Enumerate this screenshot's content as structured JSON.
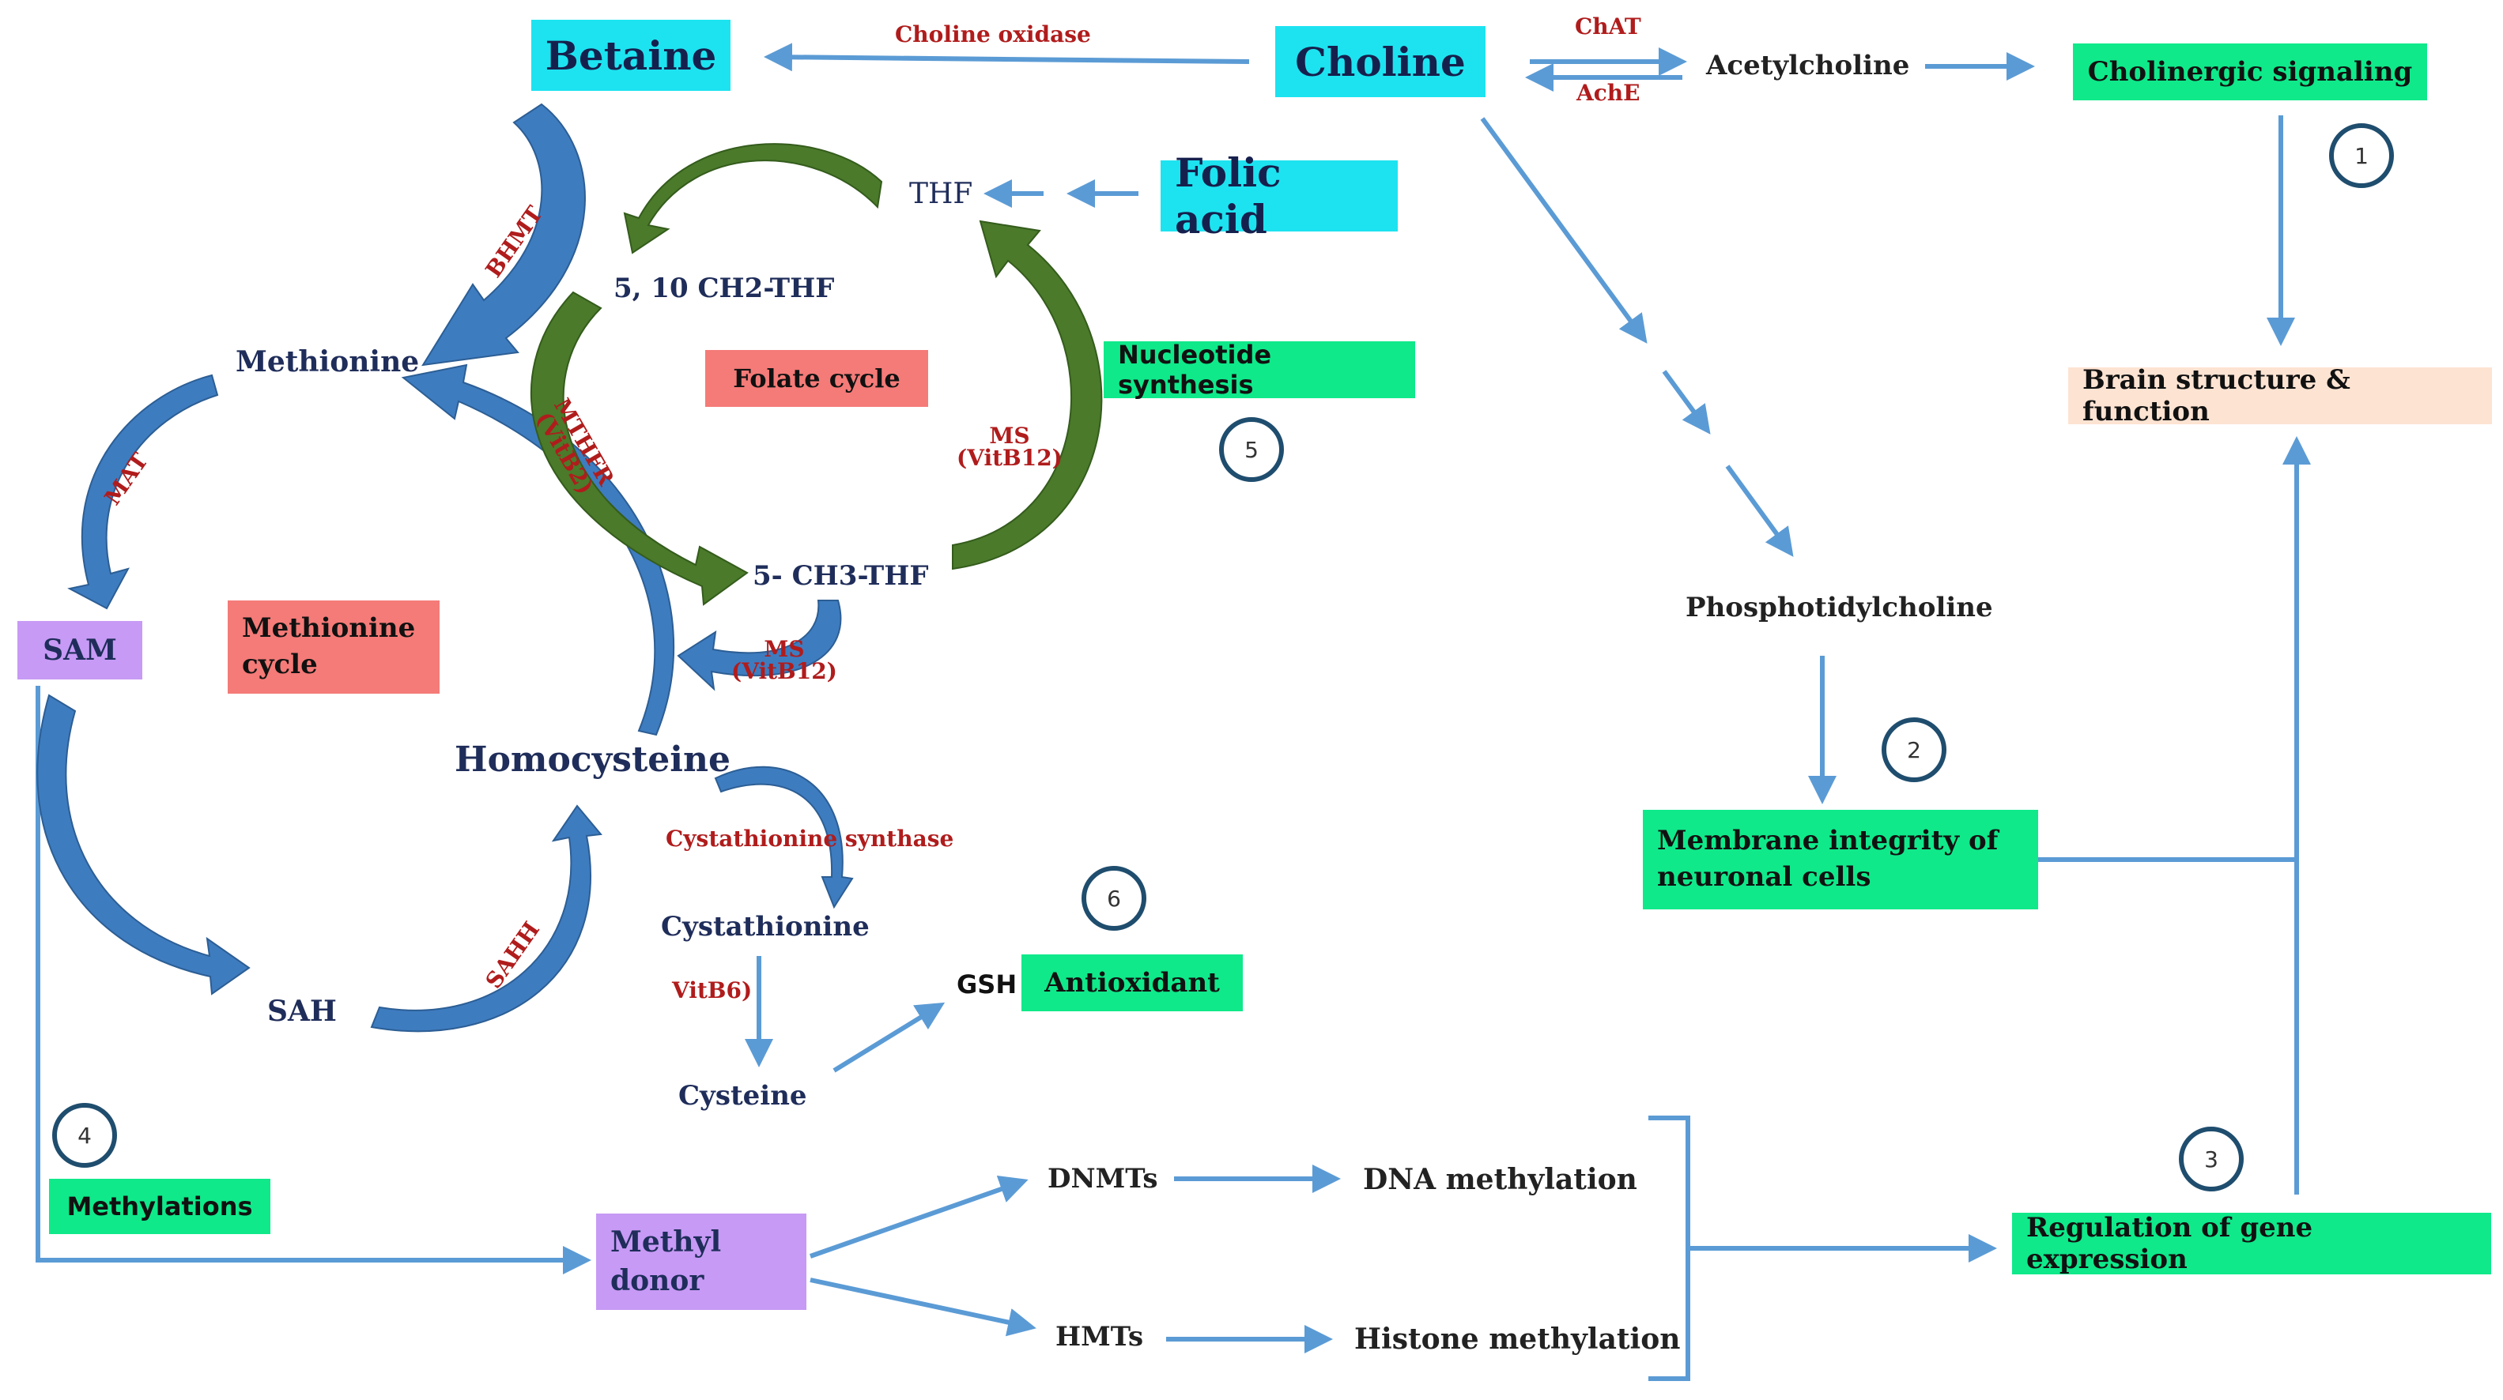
{
  "nodes": {
    "betaine": "Betaine",
    "choline": "Choline",
    "folic_acid": "Folic acid",
    "thf": "THF",
    "acetylcholine": "Acetylcholine",
    "ch2_thf": "5, 10 CH2-THF",
    "ch3_thf": "5- CH3-THF",
    "methionine": "Methionine",
    "sam": "SAM",
    "sah": "SAH",
    "homocysteine": "Homocysteine",
    "cystathionine": "Cystathionine",
    "cysteine": "Cysteine",
    "gsh": "GSH",
    "phosphatidylcholine": "Phosphotidylcholine",
    "methyl_donor": "Methyl\ndonor",
    "dnmts": "DNMTs",
    "hmts": "HMTs",
    "dna_methylation": "DNA methylation",
    "histone_methylation": "Histone methylation"
  },
  "enzymes": {
    "choline_oxidase": "Choline oxidase",
    "chat": "ChAT",
    "ache": "AchE",
    "bhmt": "BHMT",
    "mthfr": "MTHFR\n(VitB2)",
    "ms_right": "MS\n(VitB12)",
    "ms_lower": "MS\n(VitB12)",
    "mat": "MAT",
    "sahh": "SAHH",
    "cystathionine_synthase": "Cystathionine synthase",
    "vitb6": "VitB6)"
  },
  "labels": {
    "folate_cycle": "Folate cycle",
    "methionine_cycle": "Methionine\ncycle",
    "cholinergic_signaling": "Cholinergic signaling",
    "brain_structure": "Brain structure & function",
    "nucleotide_synthesis": "Nucleotide synthesis",
    "membrane_integrity": "Membrane integrity of\nneuronal cells",
    "antioxidant": "Antioxidant",
    "methylations": "Methylations",
    "gene_expression": "Regulation of gene expression"
  },
  "markers": [
    "1",
    "2",
    "3",
    "4",
    "5",
    "6"
  ],
  "colors": {
    "connector": "#5b9bd5",
    "curved_arrow": "#3e7cc0",
    "folate_arrow": "#4a7a2a",
    "marker_ring": "#1f4d6e",
    "enzyme_text": "#b01c1c",
    "molecule_text": "#1f2d5a"
  }
}
